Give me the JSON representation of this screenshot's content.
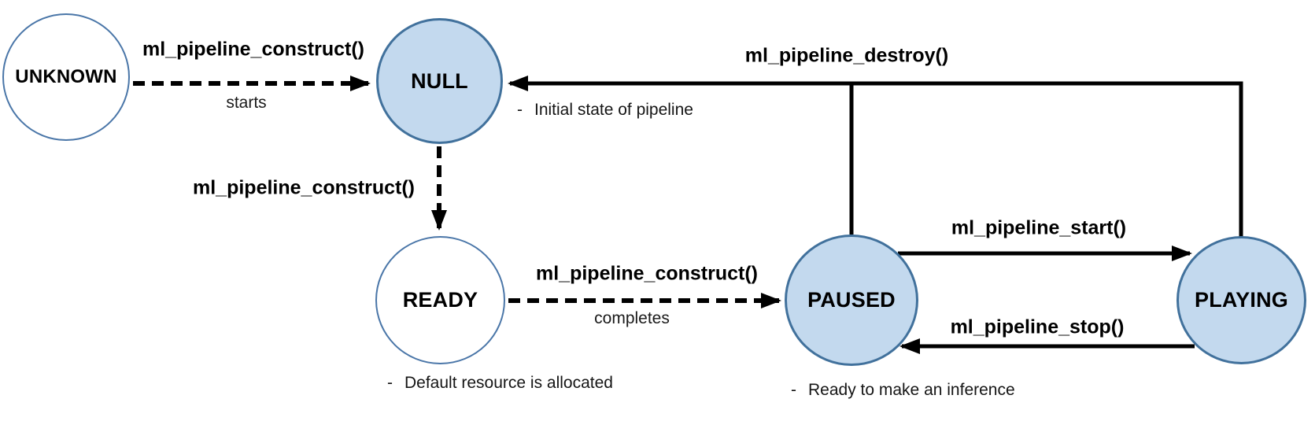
{
  "colors": {
    "state-fill": "#C3D9EE",
    "state-stroke": "#41719C",
    "state-stroke-light": "#4A76A8",
    "line-color": "#000000",
    "text-color": "#000000"
  },
  "states": [
    {
      "id": "unknown",
      "label": "UNKNOWN",
      "filled": false
    },
    {
      "id": "null",
      "label": "NULL",
      "filled": true
    },
    {
      "id": "ready",
      "label": "READY",
      "filled": false
    },
    {
      "id": "paused",
      "label": "PAUSED",
      "filled": true
    },
    {
      "id": "playing",
      "label": "PLAYING",
      "filled": true
    }
  ],
  "transitions": [
    {
      "label": "ml_pipeline_construct()",
      "sublabel": "starts",
      "from": "UNKNOWN",
      "to": "NULL",
      "style": "dashed"
    },
    {
      "label": "ml_pipeline_construct()",
      "from": "NULL",
      "to": "READY",
      "style": "dashed"
    },
    {
      "label": "ml_pipeline_construct()",
      "sublabel": "completes",
      "from": "READY",
      "to": "PAUSED",
      "style": "dashed"
    },
    {
      "label": "ml_pipeline_destroy()",
      "from": "PAUSED / PLAYING",
      "to": "NULL",
      "style": "solid"
    },
    {
      "label": "ml_pipeline_start()",
      "from": "PAUSED",
      "to": "PLAYING",
      "style": "solid"
    },
    {
      "label": "ml_pipeline_stop()",
      "from": "PLAYING",
      "to": "PAUSED",
      "style": "solid"
    }
  ],
  "notes": [
    {
      "bullet": "-",
      "text": "Initial state of pipeline",
      "attached_to": "NULL"
    },
    {
      "bullet": "-",
      "text": "Default resource is allocated",
      "attached_to": "READY"
    },
    {
      "bullet": "-",
      "text": "Ready to make an inference",
      "attached_to": "PAUSED"
    }
  ]
}
